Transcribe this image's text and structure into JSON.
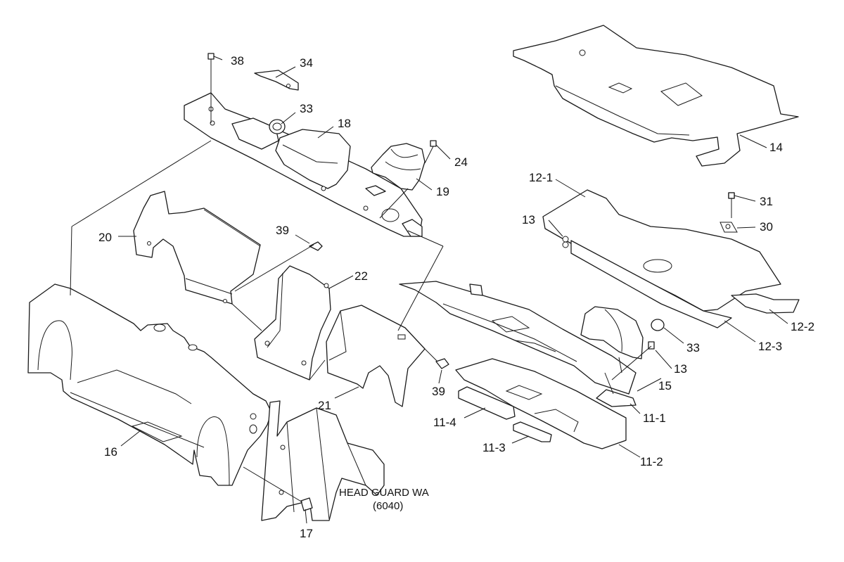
{
  "callouts": {
    "c38": "38",
    "c34": "34",
    "c33a": "33",
    "c18": "18",
    "c24": "24",
    "c19": "19",
    "c14": "14",
    "c12_1": "12-1",
    "c31": "31",
    "c13a": "13",
    "c30": "30",
    "c20": "20",
    "c39a": "39",
    "c22": "22",
    "c12_2": "12-2",
    "c33b": "33",
    "c12_3": "12-3",
    "c13b": "13",
    "c15": "15",
    "c39b": "39",
    "c21": "21",
    "c11_1": "11-1",
    "c11_4": "11-4",
    "c11_3": "11-3",
    "c11_2": "11-2",
    "c16": "16",
    "c17": "17"
  },
  "reference_note": {
    "line1": "HEAD GUARD WA",
    "line2": "(6040)"
  },
  "colors": {
    "ink": "#1a1a1a",
    "paper": "#ffffff"
  }
}
